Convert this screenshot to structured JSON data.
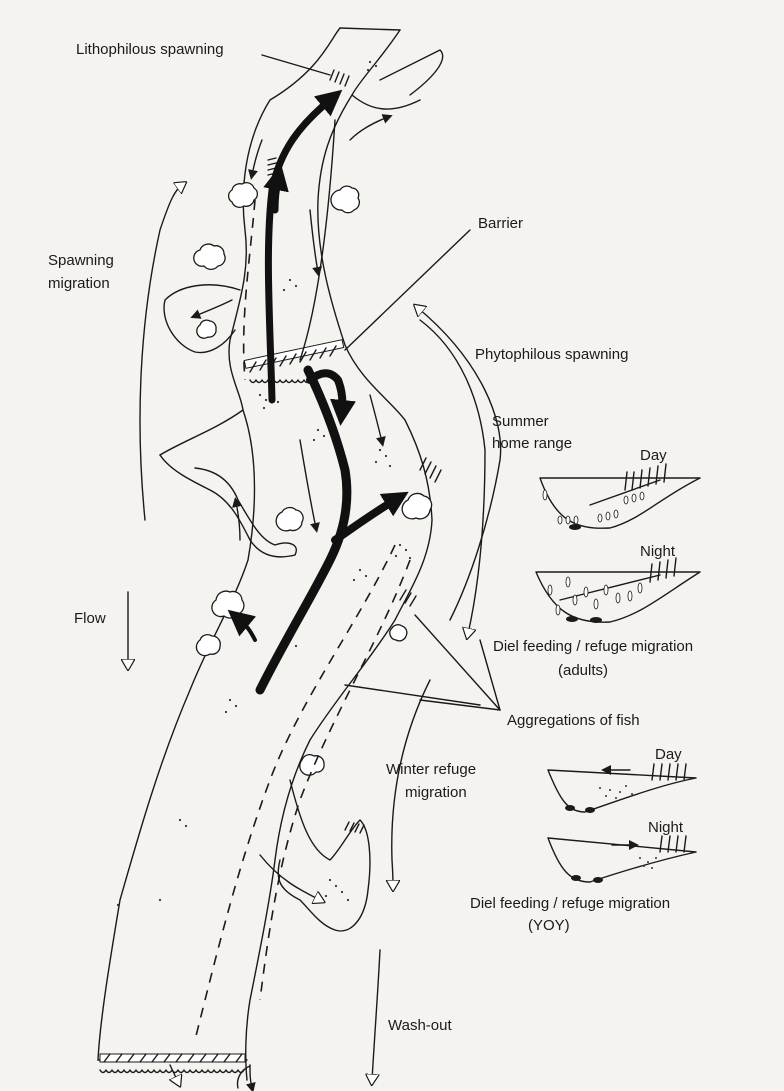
{
  "labels": {
    "lithophilous_spawning": "Lithophilous spawning",
    "barrier": "Barrier",
    "spawning_migration_1": "Spawning",
    "spawning_migration_2": "migration",
    "phytophilous_spawning": "Phytophilous spawning",
    "summer_home_range_1": "Summer",
    "summer_home_range_2": "home range",
    "day_adults": "Day",
    "night_adults": "Night",
    "flow": "Flow",
    "diel_adults_1": "Diel feeding / refuge migration",
    "diel_adults_2": "(adults)",
    "aggregations": "Aggregations of fish",
    "winter_refuge_1": "Winter refuge",
    "winter_refuge_2": "migration",
    "day_yoy": "Day",
    "night_yoy": "Night",
    "diel_yoy_1": "Diel feeding / refuge migration",
    "diel_yoy_2": "(YOY)",
    "wash_out": "Wash-out"
  },
  "colors": {
    "ink": "#1a1a1a",
    "paper": "#f4f3f0"
  }
}
